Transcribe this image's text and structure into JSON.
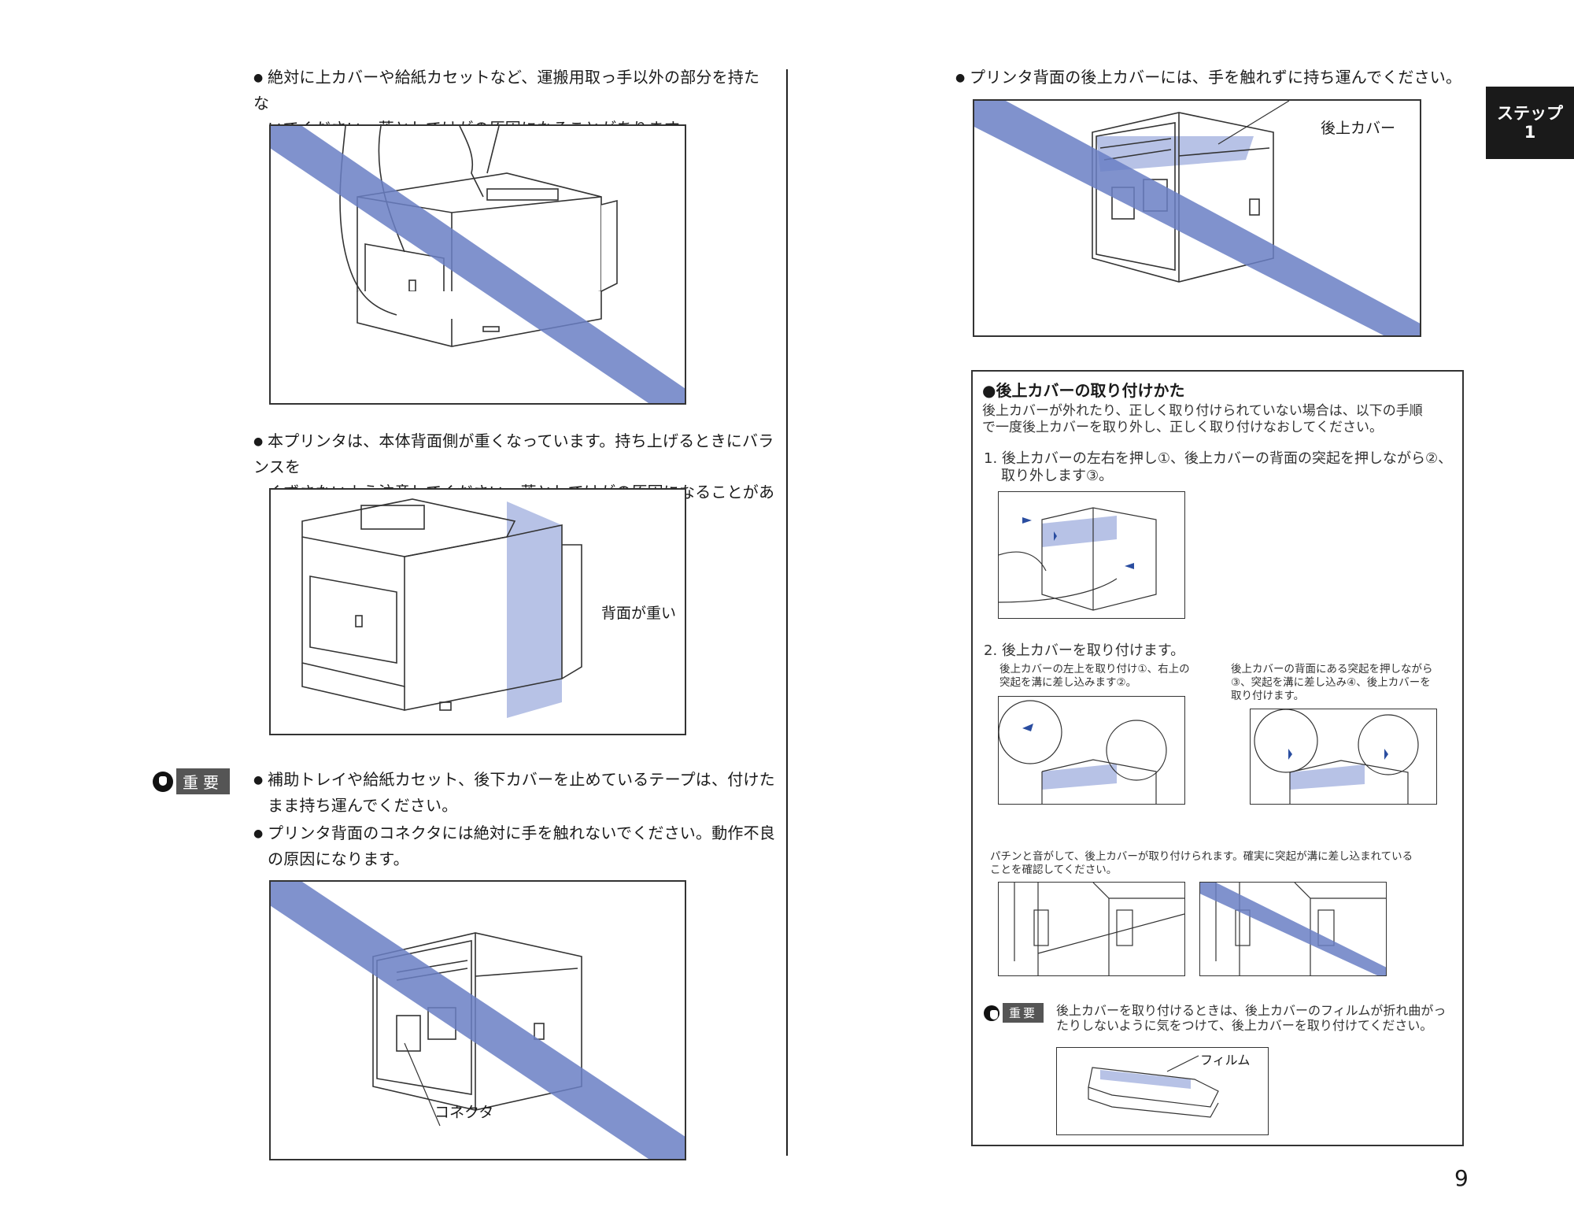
{
  "left": {
    "bullet1": {
      "line1": "絶対に上カバーや給紙カセットなど、運搬用取っ手以外の部分を持たな",
      "line2": "いでください。落としてけがの原因になることがあります。"
    },
    "bullet2": {
      "line1": "本プリンタは、本体背面側が重くなっています。持ち上げるときにバランスを",
      "line2": "くずさないよう注意してください。落としてけがの原因になることがあります。"
    },
    "fig2_label": "背面が重い",
    "important_label": "重要",
    "important_bullet1": {
      "line1": "補助トレイや給紙カセット、後下カバーを止めているテープは、付けた",
      "line2": "まま持ち運んでください。"
    },
    "important_bullet2": {
      "line1": "プリンタ背面のコネクタには絶対に手を触れないでください。動作不良",
      "line2": "の原因になります。"
    },
    "fig3_label": "コネクタ"
  },
  "right": {
    "bullet1": "プリンタ背面の後上カバーには、手を触れずに持ち運んでください。",
    "fig1_label": "後上カバー",
    "box": {
      "title": "●後上カバーの取り付けかた",
      "intro_line1": "後上カバーが外れたり、正しく取り付けられていない場合は、以下の手順",
      "intro_line2": "で一度後上カバーを取り外し、正しく取り付けなおしてください。",
      "step1_line1": "1. 後上カバーの左右を押し①、後上カバーの背面の突起を押しながら②、",
      "step1_line2": "取り外します③。",
      "step2": "2. 後上カバーを取り付けます。",
      "step2_left_line1": "後上カバーの左上を取り付け①、右上の",
      "step2_left_line2": "突起を溝に差し込みます②。",
      "step2_right_line1": "後上カバーの背面にある突起を押しながら",
      "step2_right_line2": "③、突起を溝に差し込み④、後上カバーを",
      "step2_right_line3": "取り付けます。",
      "click_line1": "パチンと音がして、後上カバーが取り付けられます。確実に突起が溝に差し込まれている",
      "click_line2": "ことを確認してください。",
      "important_label": "重要",
      "important_line1": "後上カバーを取り付けるときは、後上カバーのフィルムが折れ曲がっ",
      "important_line2": "たりしないように気をつけて、後上カバーを取り付けてください。",
      "film_label": "フィルム"
    }
  },
  "step_tab": {
    "line1": "ステップ",
    "line2": "1"
  },
  "page_number": "9",
  "colors": {
    "prohibit_band": "#6a7fc4",
    "highlight": "#b7c2e6",
    "tab_bg": "#1a1a1a"
  }
}
